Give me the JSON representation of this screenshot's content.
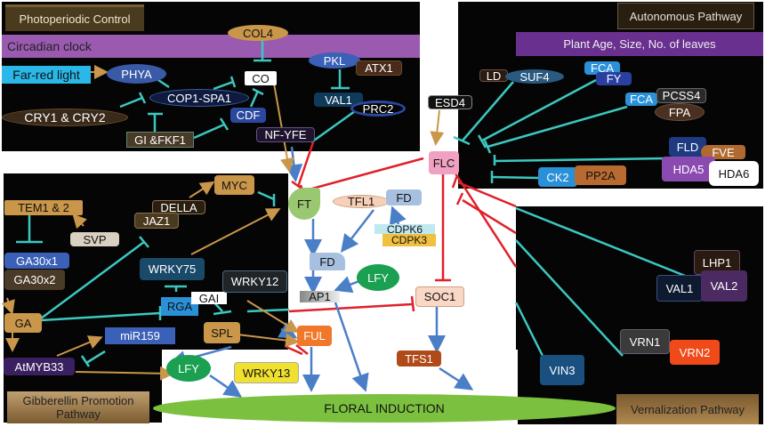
{
  "panels": {
    "photoperiodic": {
      "title": "Photoperiodic Control",
      "bar": "Circadian clock"
    },
    "autonomous": {
      "title": "Autonomous Pathway",
      "bar": "Plant Age, Size, No. of leaves"
    },
    "gibberellin": {
      "title": "Gibberellin Promotion Pathway"
    },
    "vernalization": {
      "title": "Vernalization Pathway"
    }
  },
  "nodes": {
    "col4": "COL4",
    "far_red": "Far-red light",
    "phya": "PHYA",
    "cop1": "COP1-SPA1",
    "cry": "CRY1 & CRY2",
    "gi": "GI &FKF1",
    "co": "CO",
    "cdf": "CDF",
    "nfyfe": "NF-YFE",
    "pkl": "PKL",
    "atx1": "ATX1",
    "val1_top": "VAL1",
    "prc2": "PRC2",
    "esd4": "ESD4",
    "ld": "LD",
    "suf4": "SUF4",
    "fca1": "FCA",
    "fy": "FY",
    "fca2": "FCA",
    "pcss4": "PCSS4",
    "fpa": "FPA",
    "fld": "FLD",
    "fve": "FVE",
    "hda5": "HDA5",
    "hda6": "HDA6",
    "ck2": "CK2",
    "pp2a": "PP2A",
    "flc": "FLC",
    "tem": "TEM1 & 2",
    "svp": "SVP",
    "ga30x1": "GA30x1",
    "ga30x2": "GA30x2",
    "ga": "GA",
    "atmyb33": "AtMYB33",
    "mir159": "miR159",
    "della": "DELLA",
    "jaz1": "JAZ1",
    "myc": "MYC",
    "wrky75": "WRKY75",
    "rga": "RGA",
    "gai": "GAI",
    "wrky12": "WRKY12",
    "spl": "SPL",
    "ful": "FUL",
    "wrky13": "WRKY13",
    "lfy_low": "LFY",
    "ft": "FT",
    "tfl1": "TFL1",
    "fd_top": "FD",
    "cdpk6": "CDPK6",
    "cdpk3": "CDPK3",
    "fd_mid": "FD",
    "lfy_mid": "LFY",
    "ap1": "AP1",
    "soc1": "SOC1",
    "tfs1": "TFS1",
    "lhp1": "LHP1",
    "val1_r": "VAL1",
    "val2": "VAL2",
    "vrn1": "VRN1",
    "vrn2": "VRN2",
    "vin3": "VIN3",
    "floral": "FLORAL INDUCTION"
  },
  "colors": {
    "inhibit_teal": "#3cc8c0",
    "inhibit_red": "#e0202a",
    "activate_blue": "#4a7fc8",
    "activate_tan": "#c9964a"
  }
}
